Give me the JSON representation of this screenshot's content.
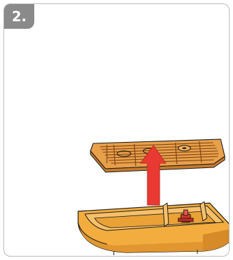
{
  "step": {
    "number_label": "2."
  },
  "illustration": {
    "subject": "drip-tray-grid-removal",
    "arrow_direction": "up",
    "colors": {
      "tray": "#f3ad3e",
      "tray_shadow": "#d98f25",
      "grid": "#e59a45",
      "grid_dark": "#b86a22",
      "arrow": "#e83a32",
      "outline": "#1a1a1a"
    }
  }
}
